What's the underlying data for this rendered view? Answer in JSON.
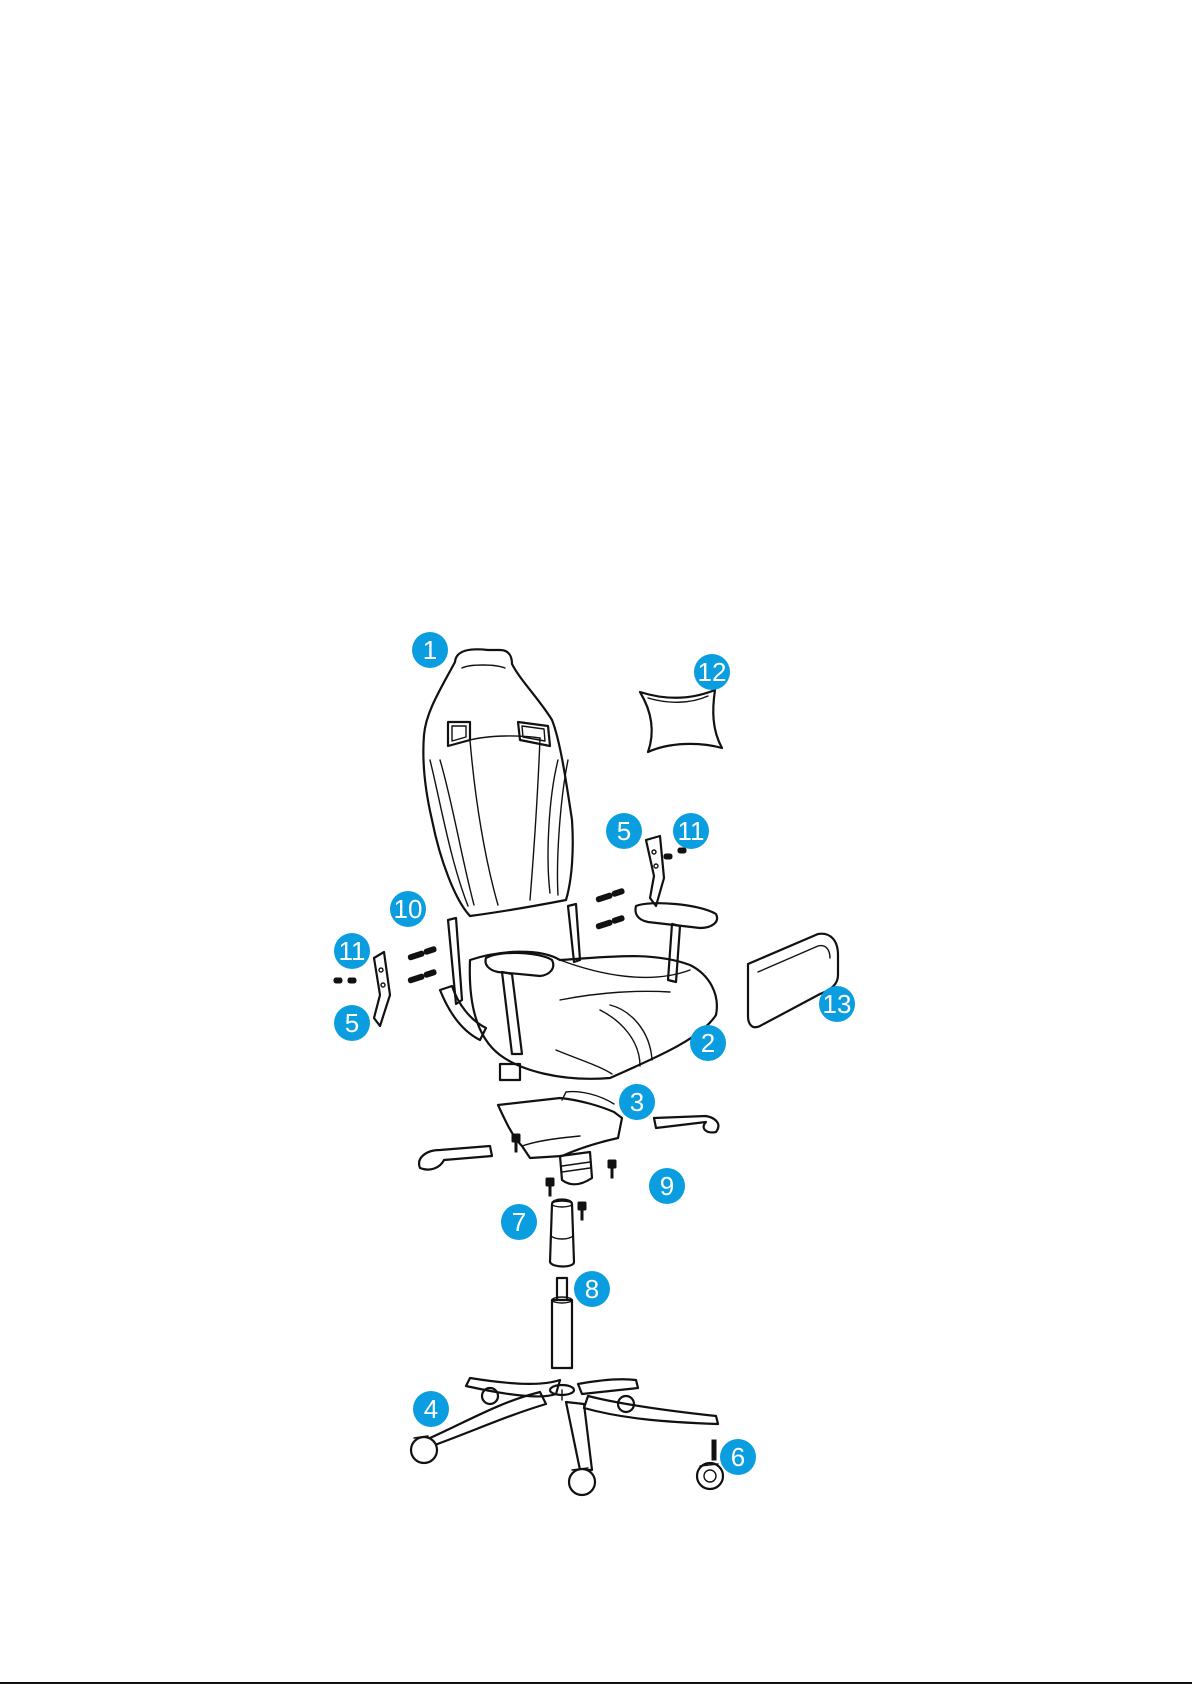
{
  "diagram": {
    "callouts": [
      {
        "id": "1"
      },
      {
        "id": "12"
      },
      {
        "id": "5"
      },
      {
        "id": "11"
      },
      {
        "id": "10"
      },
      {
        "id": "11"
      },
      {
        "id": "5"
      },
      {
        "id": "13"
      },
      {
        "id": "2"
      },
      {
        "id": "3"
      },
      {
        "id": "9"
      },
      {
        "id": "7"
      },
      {
        "id": "8"
      },
      {
        "id": "4"
      },
      {
        "id": "6"
      }
    ],
    "colors": {
      "callout": "#0a9de0",
      "callout_text": "#ffffff",
      "line": "#111111",
      "background": "#ffffff"
    }
  }
}
